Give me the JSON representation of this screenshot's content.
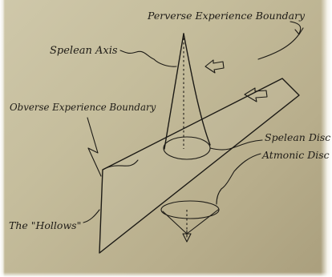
{
  "labels": {
    "perverse_boundary": "Perverse Experience Boundary",
    "spelean_axis": "Spelean Axis",
    "obverse_boundary": "Obverse Experience Boundary",
    "spelean_disc": "Spelean Disc",
    "atmonic_disc": "Atmonic Disc",
    "hollows": "The \"Hollows\""
  }
}
